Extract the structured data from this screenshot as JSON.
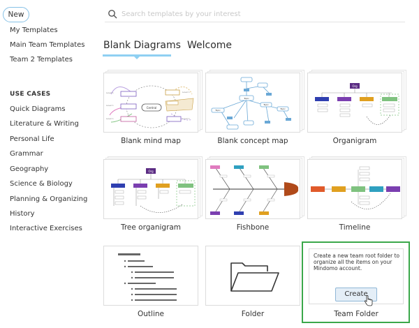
{
  "sidebar": {
    "new_label": "New",
    "items": [
      "My Templates",
      "Main Team Templates",
      "Team 2 Templates"
    ],
    "use_cases_heading": "USE CASES",
    "use_cases": [
      "Quick Diagrams",
      "Literature & Writing",
      "Personal Life",
      "Grammar",
      "Geography",
      "Science & Biology",
      "Planning & Organizing",
      "History",
      "Interactive Exercises"
    ]
  },
  "search": {
    "placeholder": "Search templates by your interest",
    "value": ""
  },
  "tabs": [
    "Blank Diagrams",
    "Welcome"
  ],
  "cards": [
    "Blank mind map",
    "Blank concept map",
    "Organigram",
    "Tree organigram",
    "Fishbone",
    "Timeline",
    "Outline",
    "Folder"
  ],
  "thumb_text": {
    "central": "Central",
    "level1": "Level 1",
    "topic": "Topic",
    "org": "Org"
  },
  "team_folder": {
    "description": "Create a new team root folder to organize all the items on your Mindomo account.",
    "button": "Create",
    "label": "Team Folder"
  },
  "colors": {
    "accent": "#8fd0f2",
    "highlight": "#3ba84a",
    "org_purple": "#5b2c83"
  }
}
